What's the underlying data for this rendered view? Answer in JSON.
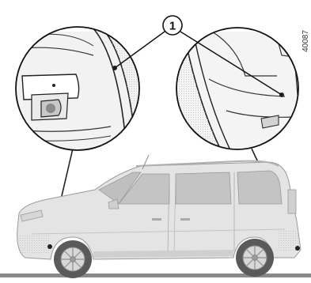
{
  "callout": {
    "label": "1"
  },
  "reference": {
    "code": "40087"
  },
  "parts": {
    "front_mounting_point": "front-mounting-point",
    "rear_mounting_point": "rear-mounting-point"
  }
}
